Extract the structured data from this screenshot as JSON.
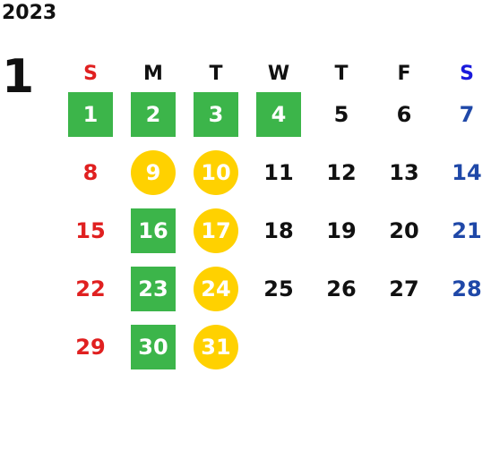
{
  "year": "2023",
  "month": "1",
  "colors": {
    "green": "#3cb54a",
    "yellow": "#ffd100",
    "sunday": "#e02020",
    "saturday": "#1f48a8"
  },
  "weekdays": [
    "S",
    "M",
    "T",
    "W",
    "T",
    "F",
    "S"
  ],
  "weeks": [
    [
      {
        "d": "1",
        "m": "green"
      },
      {
        "d": "2",
        "m": "green"
      },
      {
        "d": "3",
        "m": "green"
      },
      {
        "d": "4",
        "m": "green"
      },
      {
        "d": "5",
        "m": ""
      },
      {
        "d": "6",
        "m": ""
      },
      {
        "d": "7",
        "m": ""
      }
    ],
    [
      {
        "d": "8",
        "m": ""
      },
      {
        "d": "9",
        "m": "yellow"
      },
      {
        "d": "10",
        "m": "yellow"
      },
      {
        "d": "11",
        "m": ""
      },
      {
        "d": "12",
        "m": ""
      },
      {
        "d": "13",
        "m": ""
      },
      {
        "d": "14",
        "m": ""
      }
    ],
    [
      {
        "d": "15",
        "m": ""
      },
      {
        "d": "16",
        "m": "green"
      },
      {
        "d": "17",
        "m": "yellow"
      },
      {
        "d": "18",
        "m": ""
      },
      {
        "d": "19",
        "m": ""
      },
      {
        "d": "20",
        "m": ""
      },
      {
        "d": "21",
        "m": ""
      }
    ],
    [
      {
        "d": "22",
        "m": ""
      },
      {
        "d": "23",
        "m": "green"
      },
      {
        "d": "24",
        "m": "yellow"
      },
      {
        "d": "25",
        "m": ""
      },
      {
        "d": "26",
        "m": ""
      },
      {
        "d": "27",
        "m": ""
      },
      {
        "d": "28",
        "m": ""
      }
    ],
    [
      {
        "d": "29",
        "m": ""
      },
      {
        "d": "30",
        "m": "green"
      },
      {
        "d": "31",
        "m": "yellow"
      }
    ]
  ]
}
